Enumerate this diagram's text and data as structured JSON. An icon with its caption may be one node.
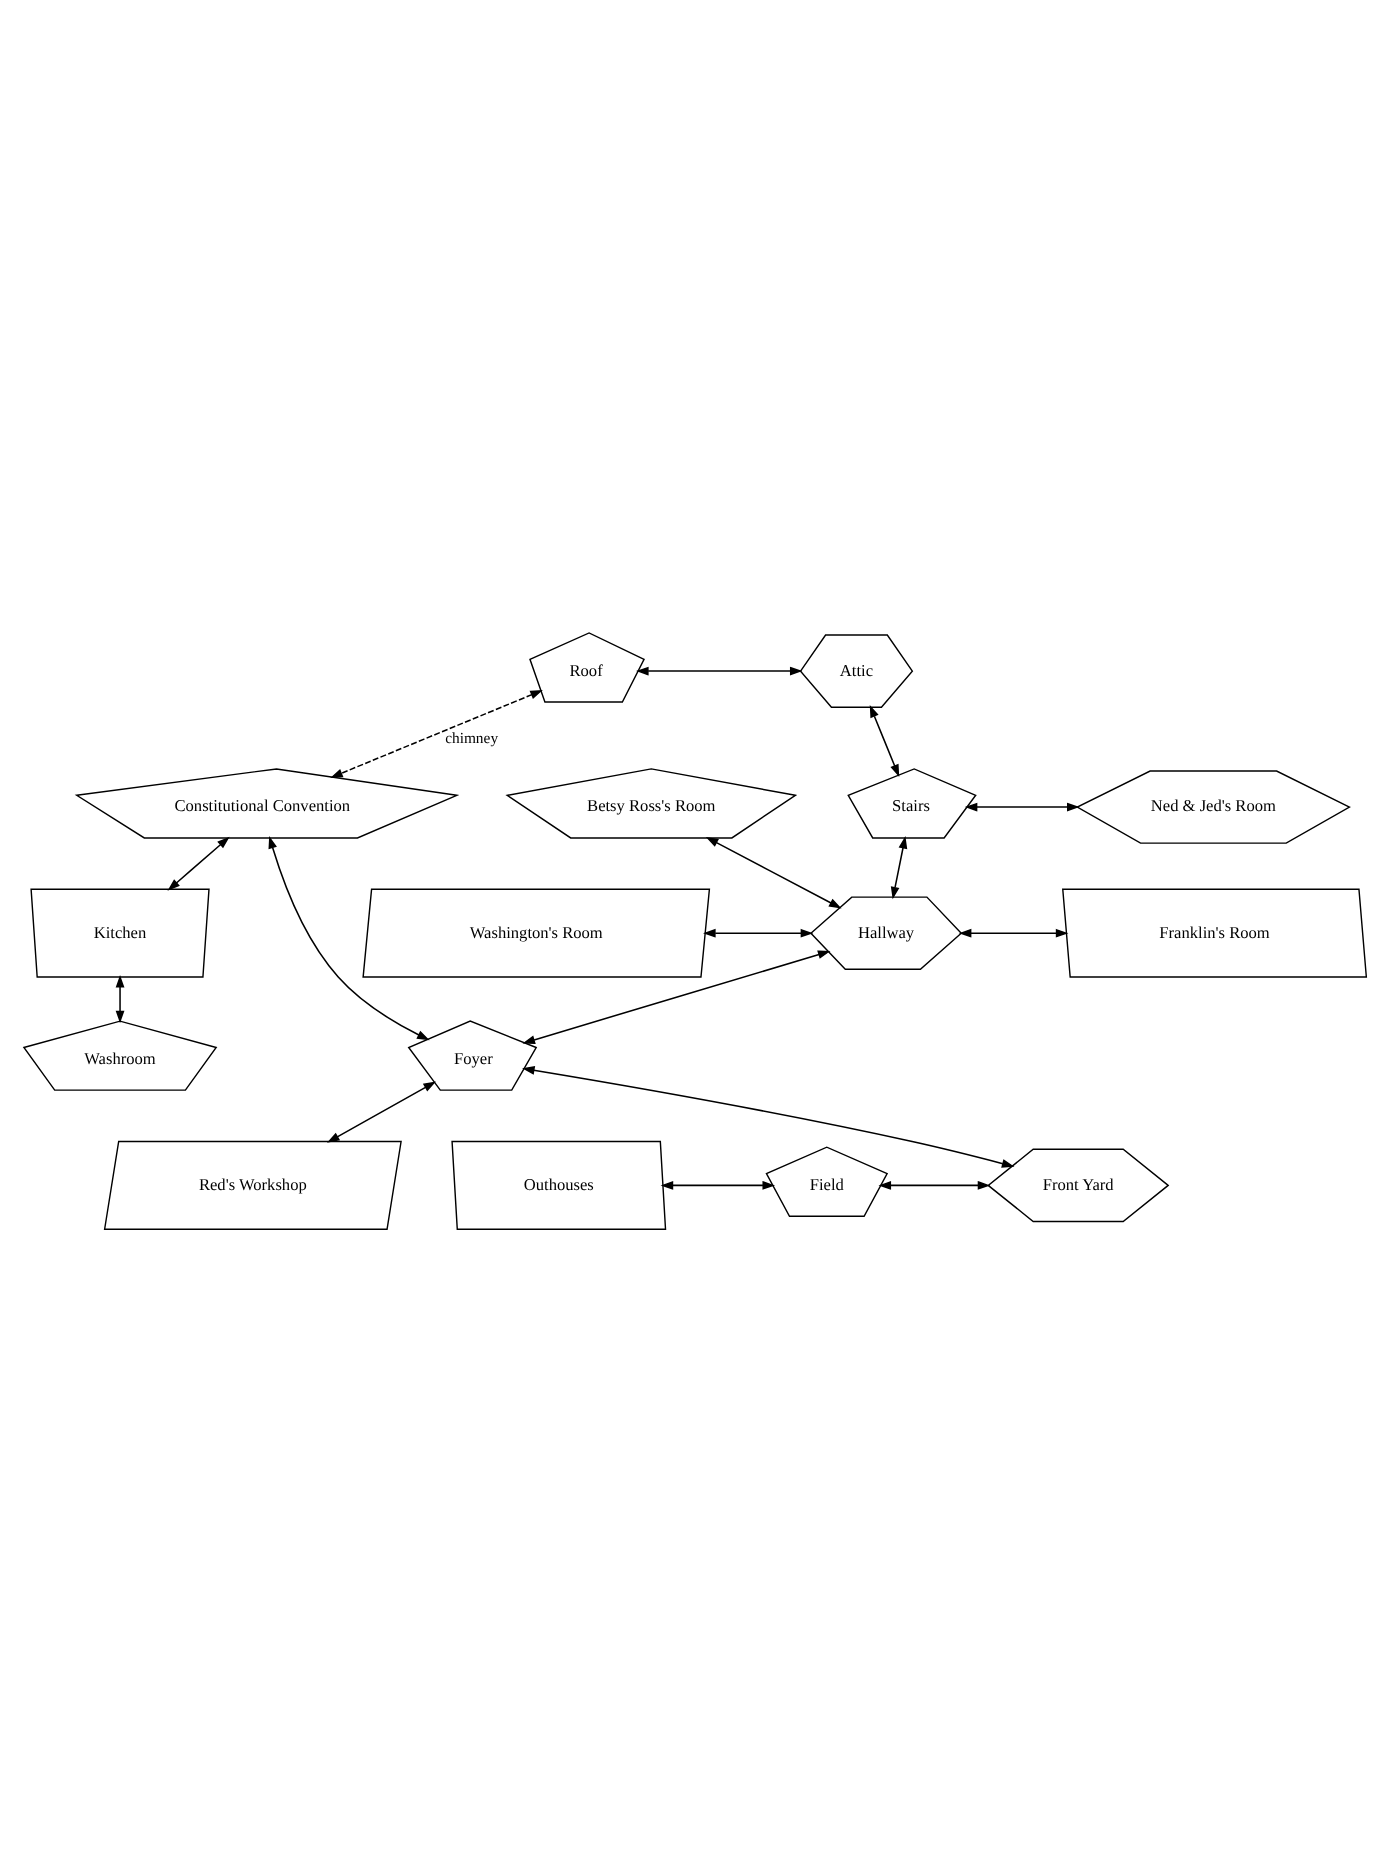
{
  "diagram": {
    "nodes": [
      {
        "text": [
          "Roof"
        ]
      },
      {
        "text": [
          "Attic"
        ]
      },
      {
        "text": [
          "Ned & Jed's Room"
        ]
      },
      {
        "text": [
          "Stairs"
        ]
      },
      {
        "text": [
          "Washington's Room"
        ]
      },
      {
        "text": [
          "Hallway"
        ]
      },
      {
        "text": [
          "Franklin's Room"
        ]
      },
      {
        "text": [
          "Betsy Ross's Room"
        ]
      },
      {
        "text": [
          "Constitutional Convention"
        ]
      },
      {
        "text": [
          "Foyer"
        ]
      },
      {
        "text": [
          "Kitchen"
        ]
      },
      {
        "text": [
          "Washroom"
        ]
      },
      {
        "text": [
          "Red's Workshop"
        ]
      },
      {
        "text": [
          "Outhouses"
        ]
      },
      {
        "text": [
          "Field"
        ]
      },
      {
        "text": [
          "Front Yard"
        ]
      }
    ],
    "edges": [
      {
        "from": 0,
        "to": 1,
        "arrow": "both"
      },
      {
        "from": 1,
        "to": 3,
        "arrow": "both"
      },
      {
        "from": 3,
        "to": 2,
        "arrow": "both"
      },
      {
        "from": 3,
        "to": 5,
        "arrow": "both"
      },
      {
        "from": 4,
        "to": 5,
        "arrow": "both"
      },
      {
        "from": 7,
        "to": 5,
        "arrow": "both"
      },
      {
        "from": 5,
        "to": 6,
        "arrow": "both"
      },
      {
        "from": 0,
        "to": 8,
        "arrow": "both",
        "label": "chimney",
        "style": "dashed"
      },
      {
        "from": 5,
        "to": 9,
        "arrow": "both"
      },
      {
        "from": 8,
        "to": 9,
        "arrow": "both"
      },
      {
        "from": 8,
        "to": 10,
        "arrow": "both"
      },
      {
        "from": 10,
        "to": 11,
        "arrow": "both"
      },
      {
        "from": 9,
        "to": 15,
        "arrow": "both"
      },
      {
        "from": 9,
        "to": 12,
        "arrow": "both"
      },
      {
        "from": 13,
        "to": 14,
        "arrow": "both"
      },
      {
        "from": 14,
        "to": 15,
        "arrow": "both"
      }
    ]
  }
}
